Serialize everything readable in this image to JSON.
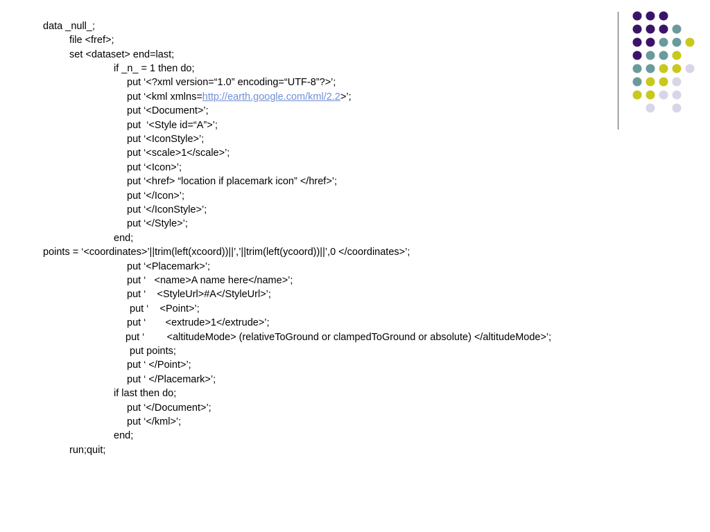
{
  "code_lines": [
    "data _null_;",
    "file <fref>;",
    "set <dataset> end=last;",
    "if _n_ = 1 then do;",
    "put ‘<?xml version=“1.0” encoding=“UTF-8”?>’;",
    "put ‘<kml xmlns=",
    "http://earth.google.com/kml/2.2",
    ">’;",
    "put ‘<Document>’;",
    "put  ‘<Style id=“A”>’;",
    "put ‘<IconStyle>’;",
    "put ‘<scale>1</scale>’;",
    "put ‘<Icon>’;",
    "put ‘<href> “location if placemark icon” </href>’;",
    "put ‘</Icon>’;",
    "put ‘</IconStyle>’;",
    "put ‘</Style>’;",
    "end;",
    "points = ‘<coordinates>’||trim(left(xcoord))||’,’||trim(left(ycoord))||’,0 </coordinates>’;",
    "put ‘<Placemark>’;",
    "put ‘   <name>A name here</name>’;",
    "put ‘    <StyleUrl>#A</StyleUrl>’;",
    "put ‘    <Point>’;",
    "put ‘       <extrude>1</extrude>’;",
    "put ‘        <altitudeMode> (relativeToGround or clampedToGround or absolute) </altitudeMode>’;",
    "put points;",
    "put ‘ </Point>’;",
    "put ‘ </Placemark>’;",
    "if last then do;",
    "put ‘</Document>’;",
    "put ‘</kml>’;",
    "end;",
    "run;quit;"
  ],
  "colors": {
    "purple": "#3b1468",
    "teal": "#6b9a9c",
    "yellow": "#c9c81c",
    "lavender": "#d6d6e8",
    "link": "#6f8fd6",
    "divider": "#555555"
  },
  "dot_grid": [
    [
      "purple",
      "purple",
      "purple",
      "",
      "",
      ""
    ],
    [
      "purple",
      "purple",
      "purple",
      "teal",
      "",
      ""
    ],
    [
      "purple",
      "purple",
      "teal",
      "teal",
      "yellow",
      ""
    ],
    [
      "purple",
      "teal",
      "teal",
      "yellow",
      "",
      ""
    ],
    [
      "teal",
      "teal",
      "yellow",
      "yellow",
      "lavender",
      ""
    ],
    [
      "teal",
      "yellow",
      "yellow",
      "lavender",
      "",
      ""
    ],
    [
      "yellow",
      "yellow",
      "lavender",
      "lavender",
      "",
      ""
    ],
    [
      "",
      "lavender",
      "",
      "lavender",
      "",
      ""
    ]
  ]
}
